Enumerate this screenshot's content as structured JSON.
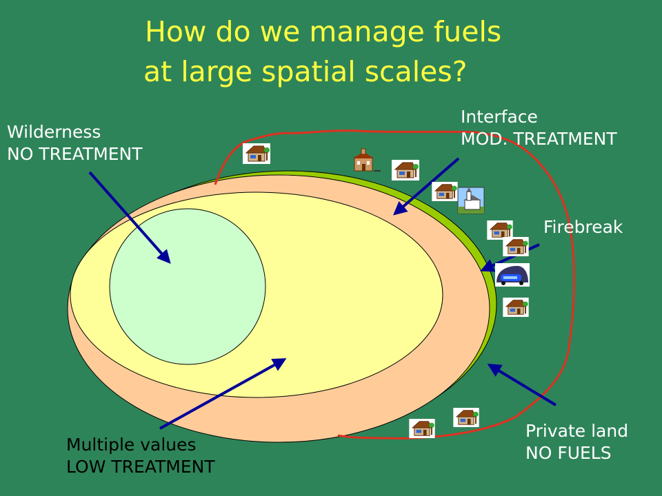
{
  "title": {
    "line1": "How do we manage fuels",
    "line2": "at large spatial scales?"
  },
  "labels": {
    "wilderness": {
      "line1": "Wilderness",
      "line2": "NO TREATMENT"
    },
    "interface": {
      "line1": "Interface",
      "line2": "MOD. TREATMENT"
    },
    "firebreak": {
      "line1": "Firebreak"
    },
    "multiple": {
      "line1": "Multiple values",
      "line2": "LOW TREATMENT"
    },
    "private": {
      "line1": "Private land",
      "line2": "NO FUELS"
    }
  },
  "colors": {
    "background": "#2e8459",
    "title": "#ffff40",
    "firebreak_band": "#99cc00",
    "interface_zone": "#ffcc99",
    "multiple_values_zone": "#ffff99",
    "wilderness_zone": "#ccffcc",
    "boundary": "#e03020",
    "arrow": "#000099"
  },
  "icons": [
    "house-icon",
    "school-icon",
    "church-icon",
    "car-icon"
  ]
}
